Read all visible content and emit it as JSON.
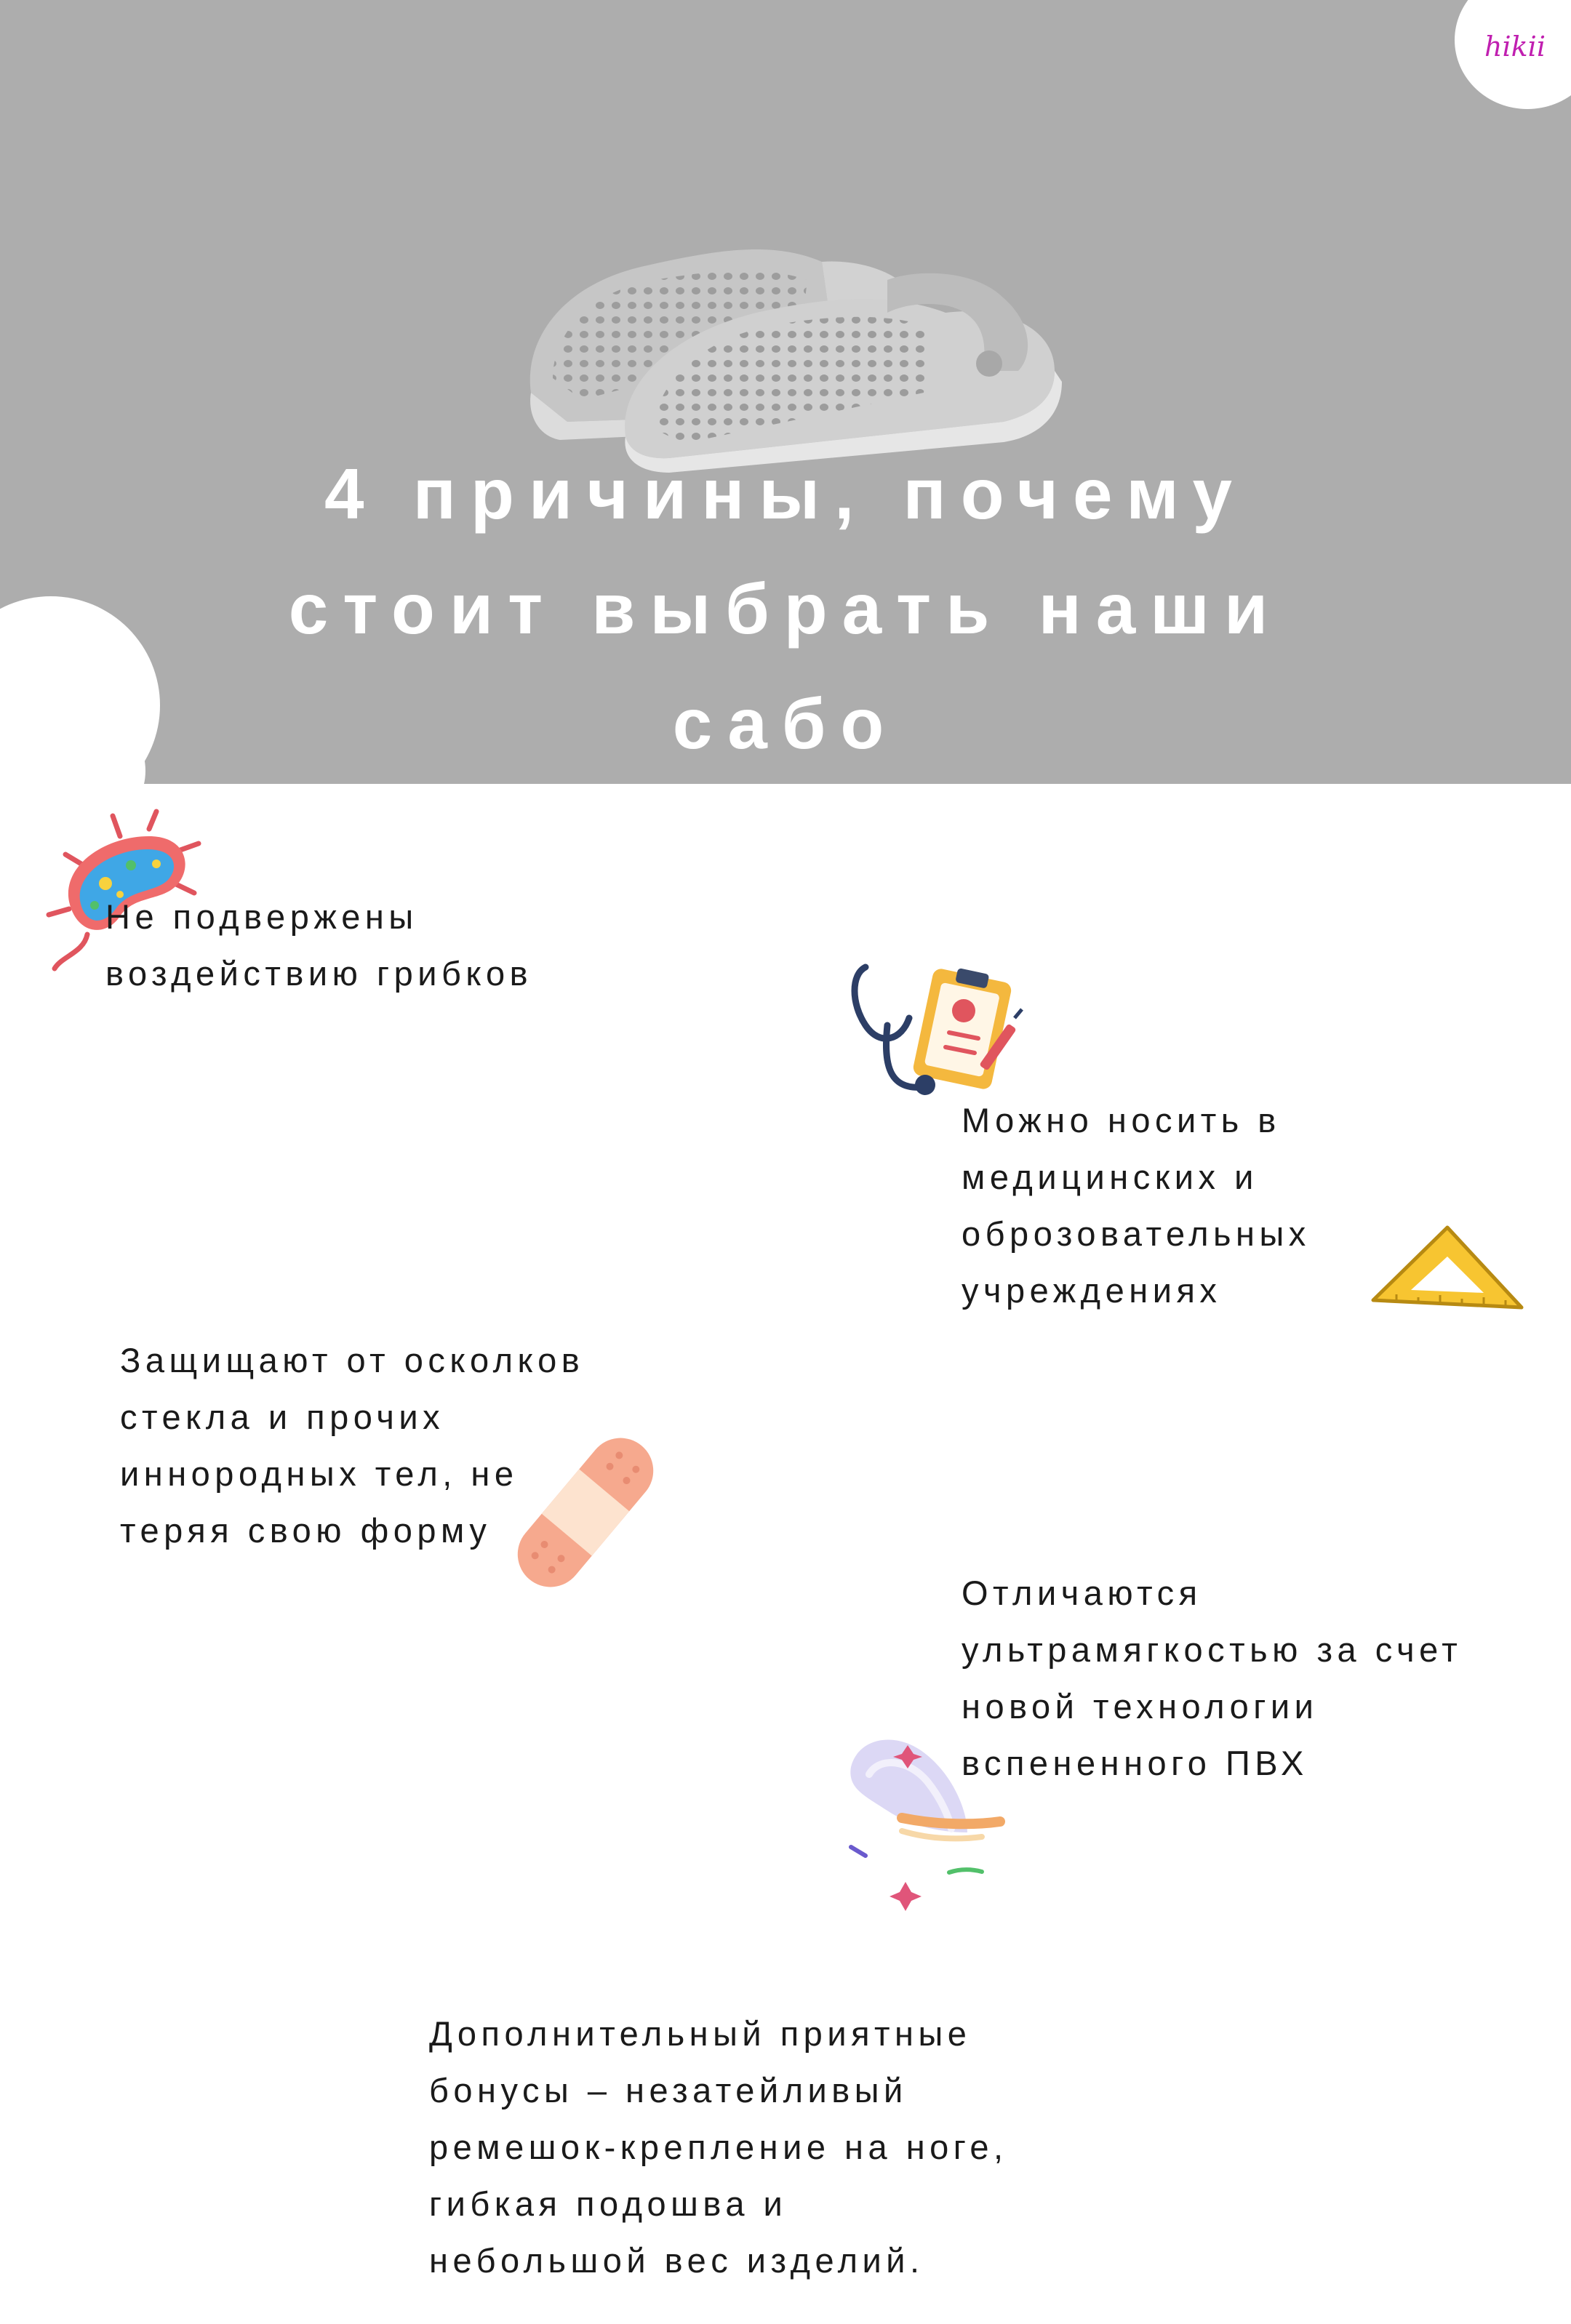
{
  "brand": "hikii",
  "title": {
    "lines": [
      "4 причины, почему",
      "стоит выбрать  наши",
      "сабо"
    ]
  },
  "reasons": [
    {
      "icon": "bacteria-icon",
      "lines": [
        "Не подвержены",
        "воздействию грибков"
      ]
    },
    {
      "icon": "stethoscope-clipboard-icon",
      "lines": [
        "Можно носить в",
        "медицинских и",
        "оброзовательных",
        "учреждениях"
      ]
    },
    {
      "icon": "triangle-ruler-icon",
      "lines": []
    },
    {
      "icon": "bandage-icon",
      "lines": [
        "Защищают от осколков",
        "стекла и прочих",
        "иннородных тел, не",
        "теряя свою форму"
      ]
    },
    {
      "icon": "feather-icon",
      "lines": [
        "Отличаются",
        "ультрамягкостью за счет",
        "новой технологии",
        "вспененного ПВХ"
      ]
    },
    {
      "icon": "",
      "lines": [
        "Дополнительный приятные",
        "бонусы – незатейливый",
        "ремешок-крепление на ноге,",
        "гибкая подошва и",
        "небольшой вес изделий."
      ]
    }
  ],
  "colors": {
    "banner": "#adadad",
    "title_text": "#ffffff",
    "body_text": "#1a1a1a",
    "brand": "#c01fb0"
  }
}
